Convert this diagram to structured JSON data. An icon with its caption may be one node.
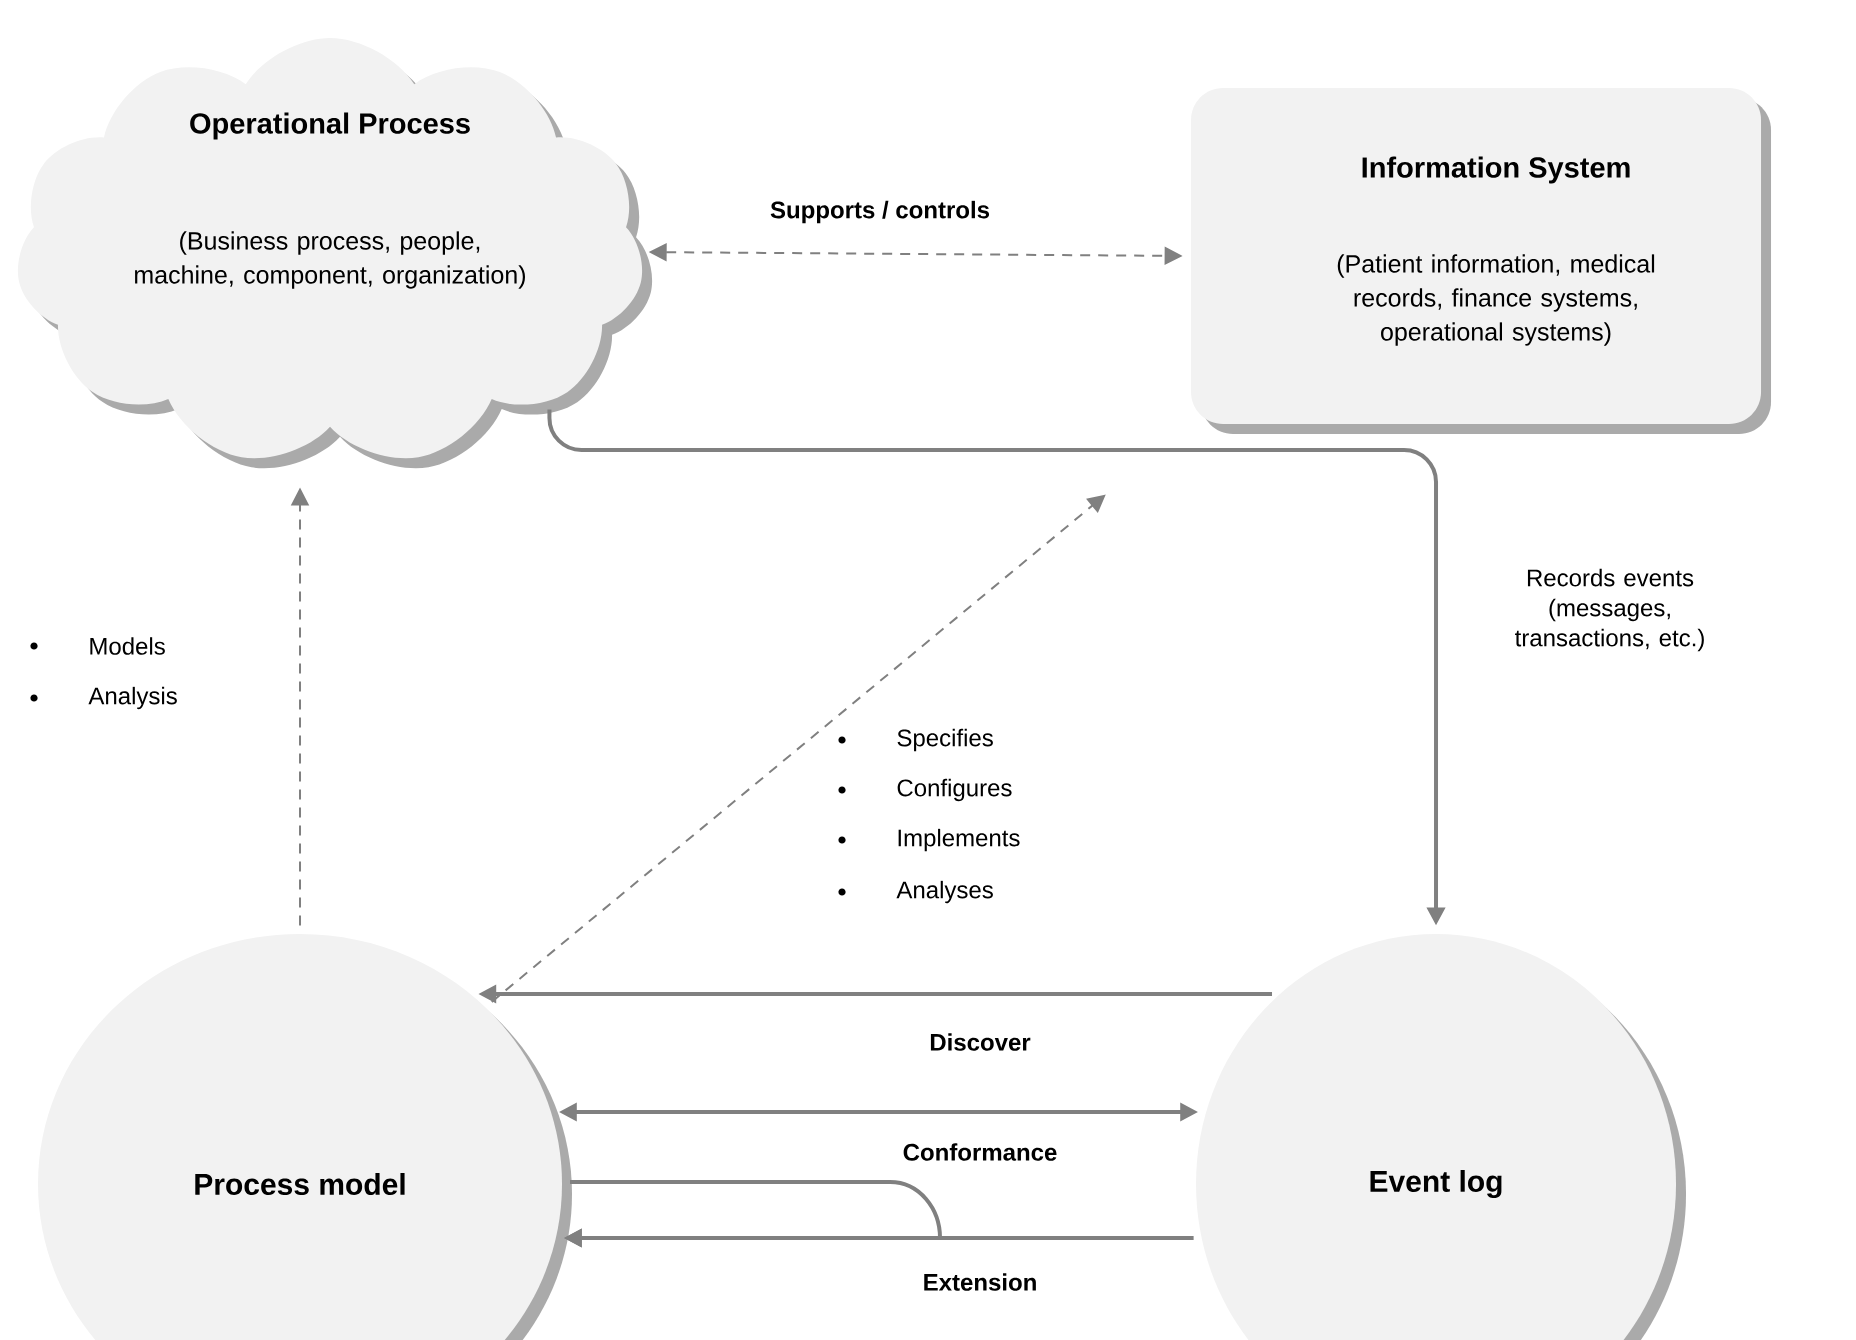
{
  "diagram": {
    "nodes": [
      {
        "text": [
          "Operational Process",
          "(Business process, people, machine, component, organization)"
        ]
      },
      {
        "text": [
          "Information System",
          "(Patient information, medical records, finance systems, operational systems)"
        ]
      },
      {
        "text": [
          "Process model"
        ]
      },
      {
        "text": [
          "Event log"
        ]
      }
    ],
    "edges": [
      {
        "from": 0,
        "to": 1,
        "arrow": "both",
        "label": "Supports / controls",
        "style": "dashed"
      },
      {
        "from": 0,
        "to": 3,
        "arrow": "to",
        "label": "Records events (messages, transactions, etc.)"
      },
      {
        "from": 2,
        "to": 0,
        "arrow": "to",
        "style": "dashed"
      },
      {
        "from": 2,
        "to": 1,
        "arrow": "to",
        "style": "dashed"
      },
      {
        "from": 3,
        "to": 2,
        "arrow": "to",
        "label": "Discover"
      },
      {
        "from": 2,
        "to": 3,
        "arrow": "both",
        "label": "Conformance"
      },
      {
        "from": 3,
        "to": 2,
        "arrow": "to",
        "label": "Extension"
      },
      {
        "from": 2,
        "to": 2,
        "arrow": "to"
      }
    ],
    "labels": [
      "Models",
      "Analysis",
      "Specifies",
      "Configures",
      "Implements",
      "Analyses"
    ]
  }
}
